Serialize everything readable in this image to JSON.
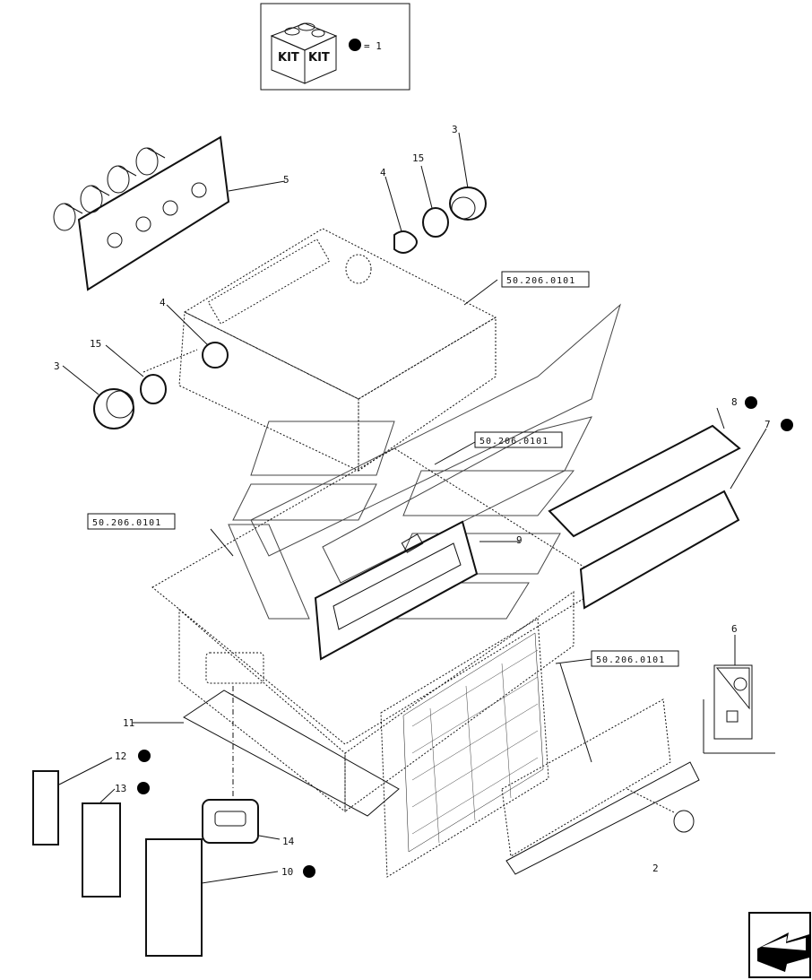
{
  "kit_legend": {
    "kit_text": "KIT",
    "equals_text": "= 1"
  },
  "callouts": [
    {
      "id": "c5",
      "label": "5"
    },
    {
      "id": "c3a",
      "label": "3"
    },
    {
      "id": "c15a",
      "label": "15"
    },
    {
      "id": "c4a",
      "label": "4"
    },
    {
      "id": "c4b",
      "label": "4"
    },
    {
      "id": "c15b",
      "label": "15"
    },
    {
      "id": "c3b",
      "label": "3"
    },
    {
      "id": "c8",
      "label": "8"
    },
    {
      "id": "c7",
      "label": "7"
    },
    {
      "id": "c9",
      "label": "9"
    },
    {
      "id": "c6",
      "label": "6"
    },
    {
      "id": "c11",
      "label": "11"
    },
    {
      "id": "c12",
      "label": "12"
    },
    {
      "id": "c13",
      "label": "13"
    },
    {
      "id": "c14",
      "label": "14"
    },
    {
      "id": "c10",
      "label": "10"
    },
    {
      "id": "c2",
      "label": "2"
    }
  ],
  "references": [
    "50.206.0101",
    "50.206.0101",
    "50.206.0101",
    "50.206.0101"
  ],
  "kit_marker_items": [
    "8",
    "7",
    "12",
    "13",
    "10"
  ],
  "colors": {
    "line": "#111111",
    "background": "#ffffff",
    "kit_dot": "#000000"
  },
  "icons": [
    "kit-box-icon",
    "kit-dot-icon",
    "next-page-arrow-icon",
    "decal-icon"
  ]
}
